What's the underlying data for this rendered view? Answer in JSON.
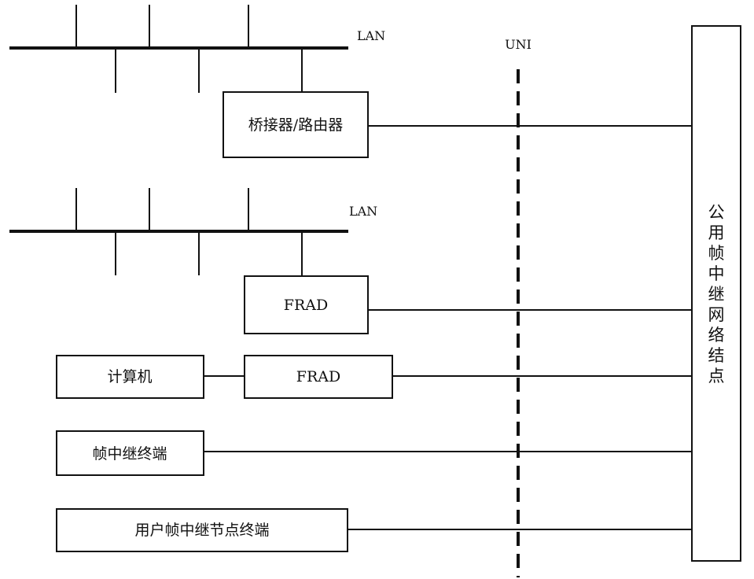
{
  "diagram": {
    "lan_label_top": "LAN",
    "lan_label_bottom": "LAN",
    "uni_label": "UNI",
    "bridge_router": "桥接器/路由器",
    "frad_lan": "FRAD",
    "computer": "计算机",
    "frad_computer": "FRAD",
    "fr_terminal": "帧中继终端",
    "user_fr_node_terminal": "用户帧中继节点终端",
    "public_fr_node": [
      "公",
      "用",
      "帧",
      "中",
      "继",
      "网",
      "络",
      "结",
      "点"
    ]
  },
  "colors": {
    "line": "#111111",
    "background": "#ffffff"
  }
}
